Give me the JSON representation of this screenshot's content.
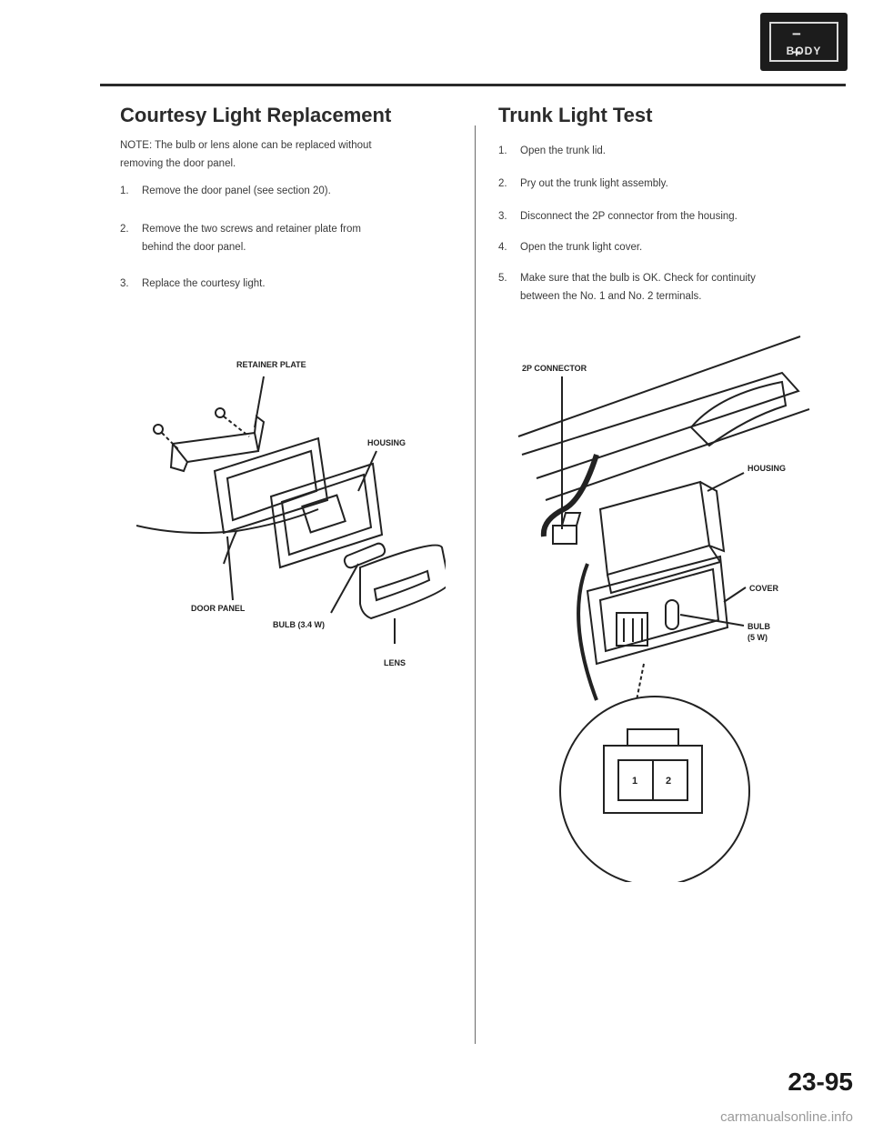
{
  "badge": {
    "signs": "− +",
    "label": "BODY"
  },
  "left": {
    "title": "Courtesy Light Replacement",
    "note_line1": "NOTE: The bulb or lens alone can be replaced without",
    "note_line2": "removing the door panel.",
    "steps": [
      {
        "num": "1.",
        "line1": "Remove the door panel (see section 20).",
        "line2": ""
      },
      {
        "num": "2.",
        "line1": "Remove the two screws and retainer plate from",
        "line2": "behind the door panel."
      },
      {
        "num": "3.",
        "line1": "Replace the courtesy light.",
        "line2": ""
      }
    ],
    "diagram": {
      "retainer_plate": "RETAINER PLATE",
      "housing": "HOUSING",
      "door_panel": "DOOR PANEL",
      "bulb": "BULB (3.4 W)",
      "lens": "LENS"
    }
  },
  "right": {
    "title": "Trunk Light Test",
    "steps": [
      {
        "num": "1.",
        "line1": "Open the trunk lid.",
        "line2": ""
      },
      {
        "num": "2.",
        "line1": "Pry out the trunk light assembly.",
        "line2": ""
      },
      {
        "num": "3.",
        "line1": "Disconnect the 2P connector from the housing.",
        "line2": ""
      },
      {
        "num": "4.",
        "line1": "Open the trunk light cover.",
        "line2": ""
      },
      {
        "num": "5.",
        "line1": "Make sure that the bulb is OK. Check for continuity",
        "line2": "between the No. 1 and No. 2 terminals."
      }
    ],
    "diagram": {
      "connector": "2P CONNECTOR",
      "housing": "HOUSING",
      "cover": "COVER",
      "bulb": "BULB",
      "bulb_watt": "(5 W)",
      "terminal1": "1",
      "terminal2": "2"
    }
  },
  "footer": {
    "page_number": "23-95",
    "watermark": "carmanualsonline.info"
  }
}
